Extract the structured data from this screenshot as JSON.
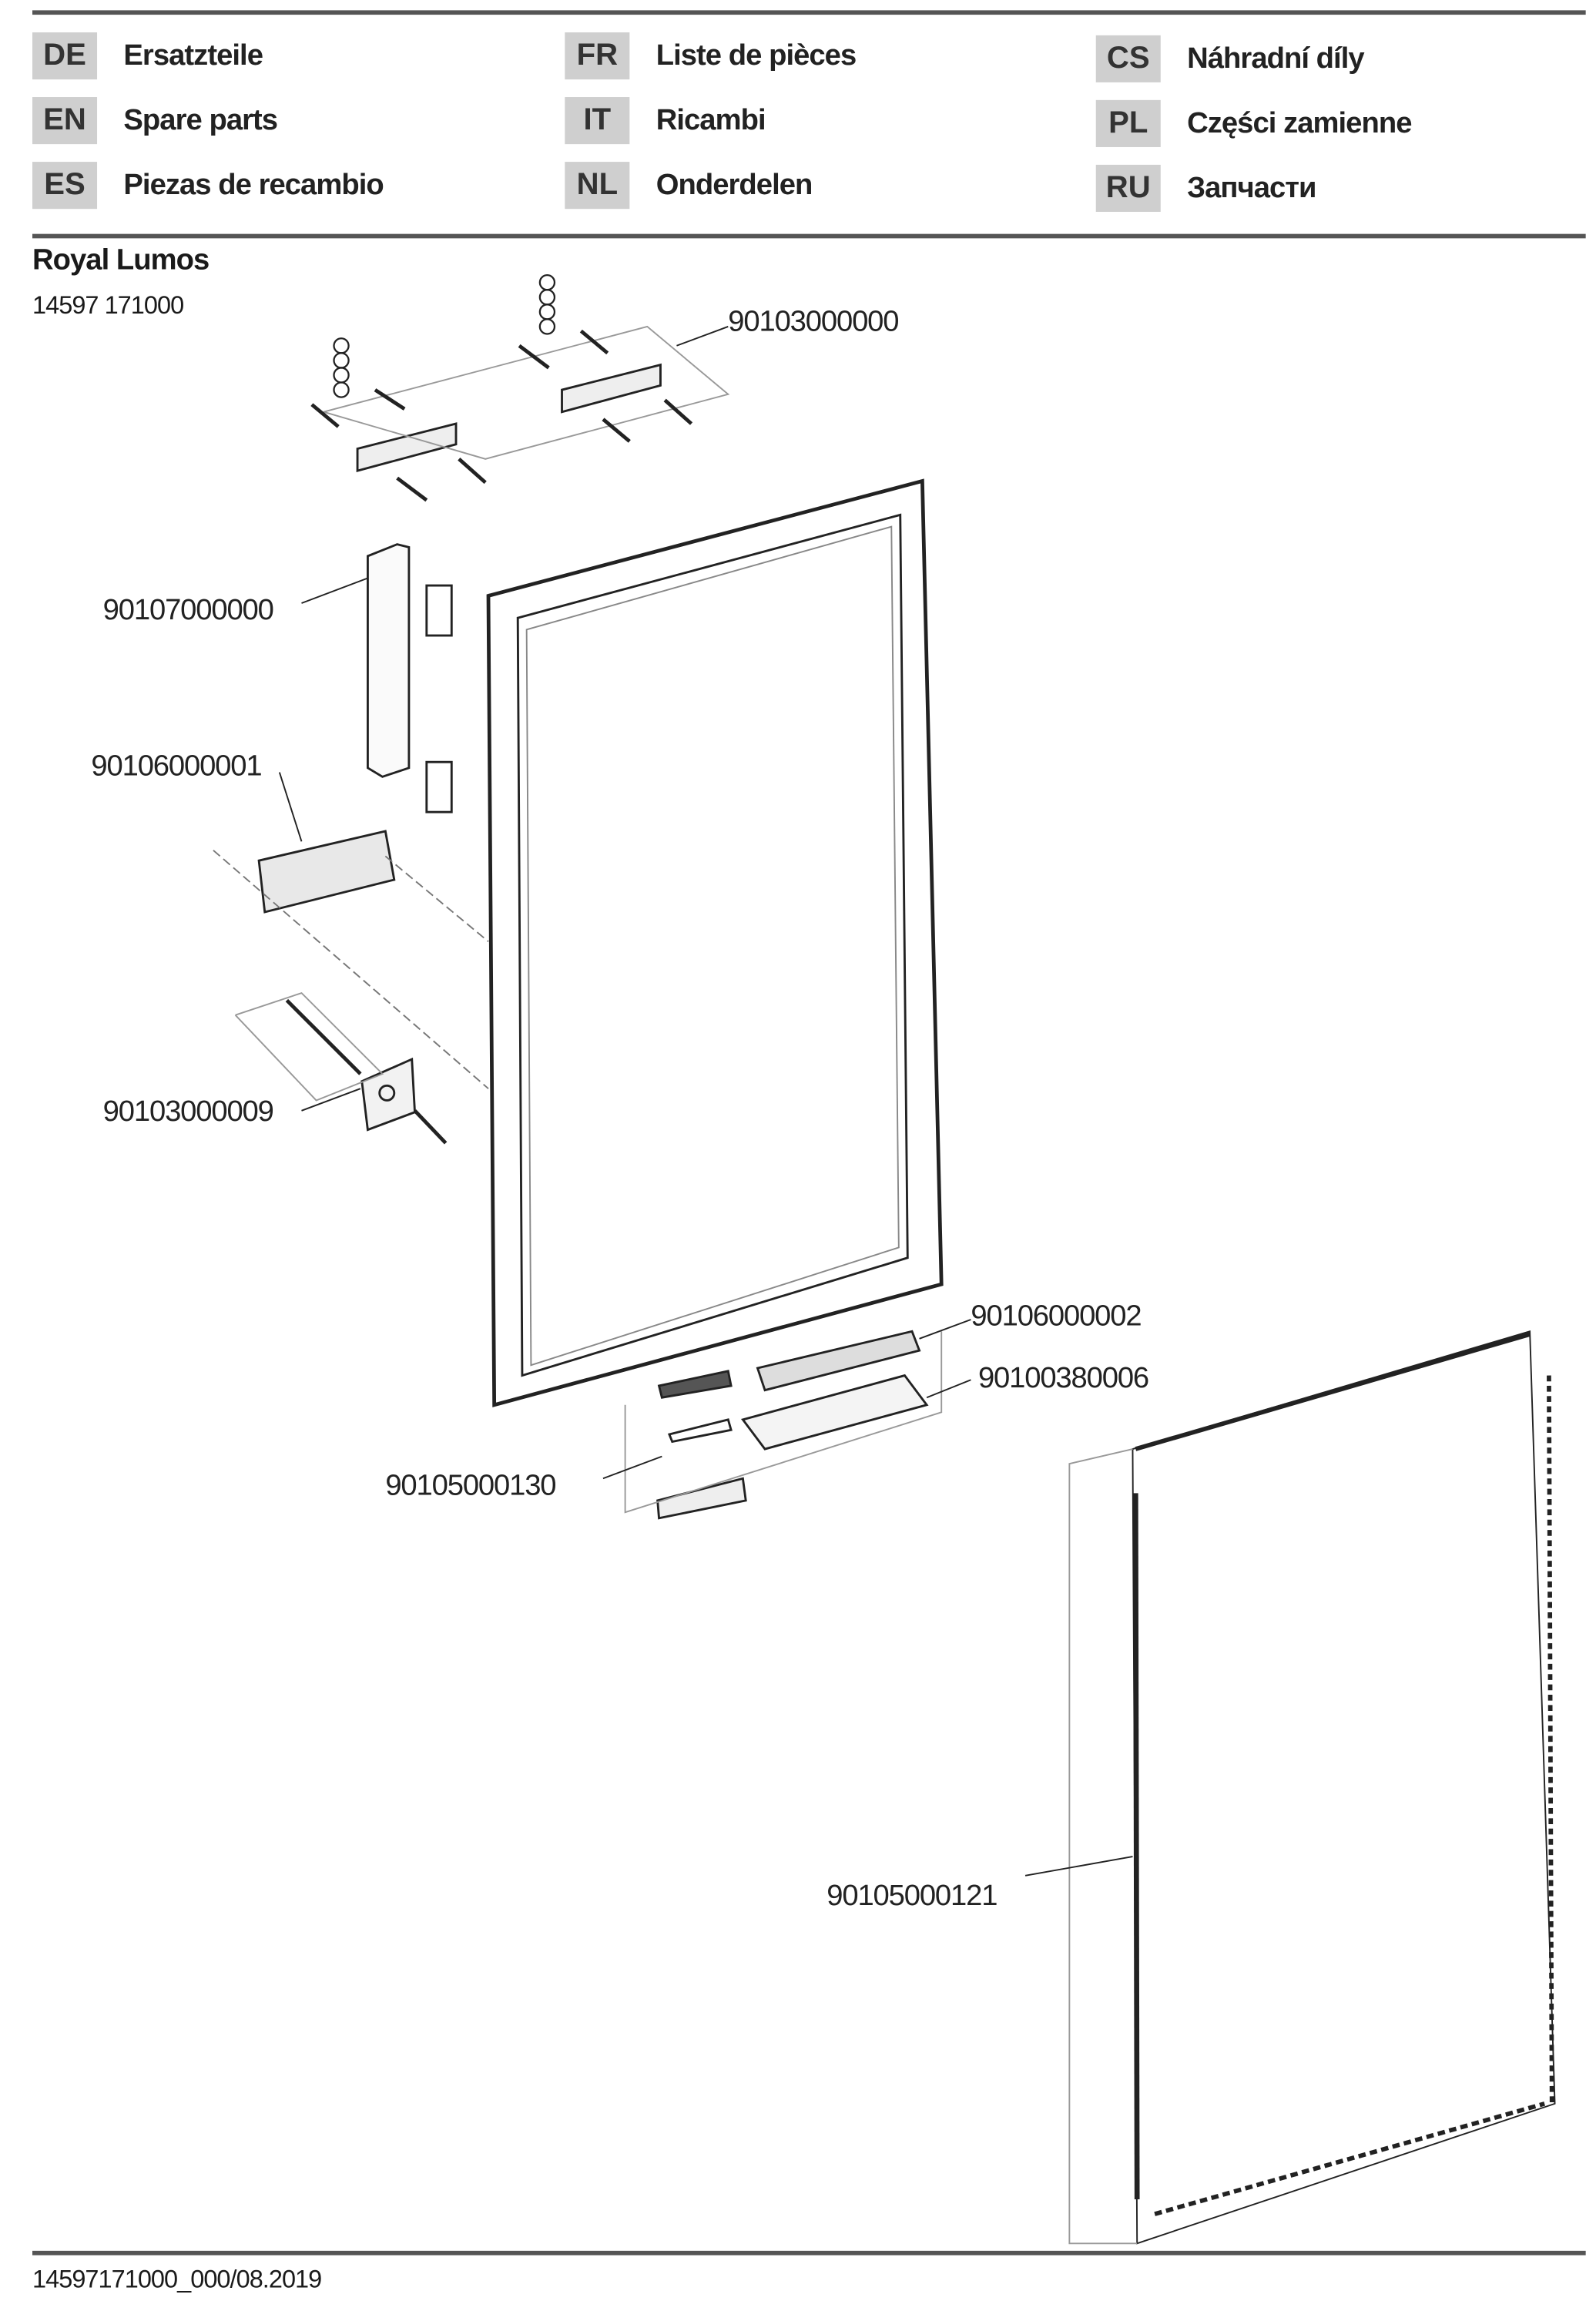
{
  "languages": [
    {
      "code": "DE",
      "label": "Ersatzteile"
    },
    {
      "code": "EN",
      "label": "Spare parts"
    },
    {
      "code": "ES",
      "label": "Piezas de recambio"
    },
    {
      "code": "FR",
      "label": "Liste de pièces"
    },
    {
      "code": "IT",
      "label": "Ricambi"
    },
    {
      "code": "NL",
      "label": "Onderdelen"
    },
    {
      "code": "CS",
      "label": "Náhradní díly"
    },
    {
      "code": "PL",
      "label": "Części zamienne"
    },
    {
      "code": "RU",
      "label": "Запчасти"
    }
  ],
  "product": {
    "name": "Royal Lumos",
    "article_number": "14597 171000"
  },
  "parts": {
    "wall_brackets": "90103000000",
    "side_cover": "90107000000",
    "control_unit": "90106000001",
    "socket_plate": "90103000009",
    "switch_bar": "90106000002",
    "bottom_bracket": "90100380006",
    "bottom_parts": "90105000130",
    "back_panel": "90105000121"
  },
  "footer": {
    "doc_id": "14597171000_000/08.2019"
  }
}
